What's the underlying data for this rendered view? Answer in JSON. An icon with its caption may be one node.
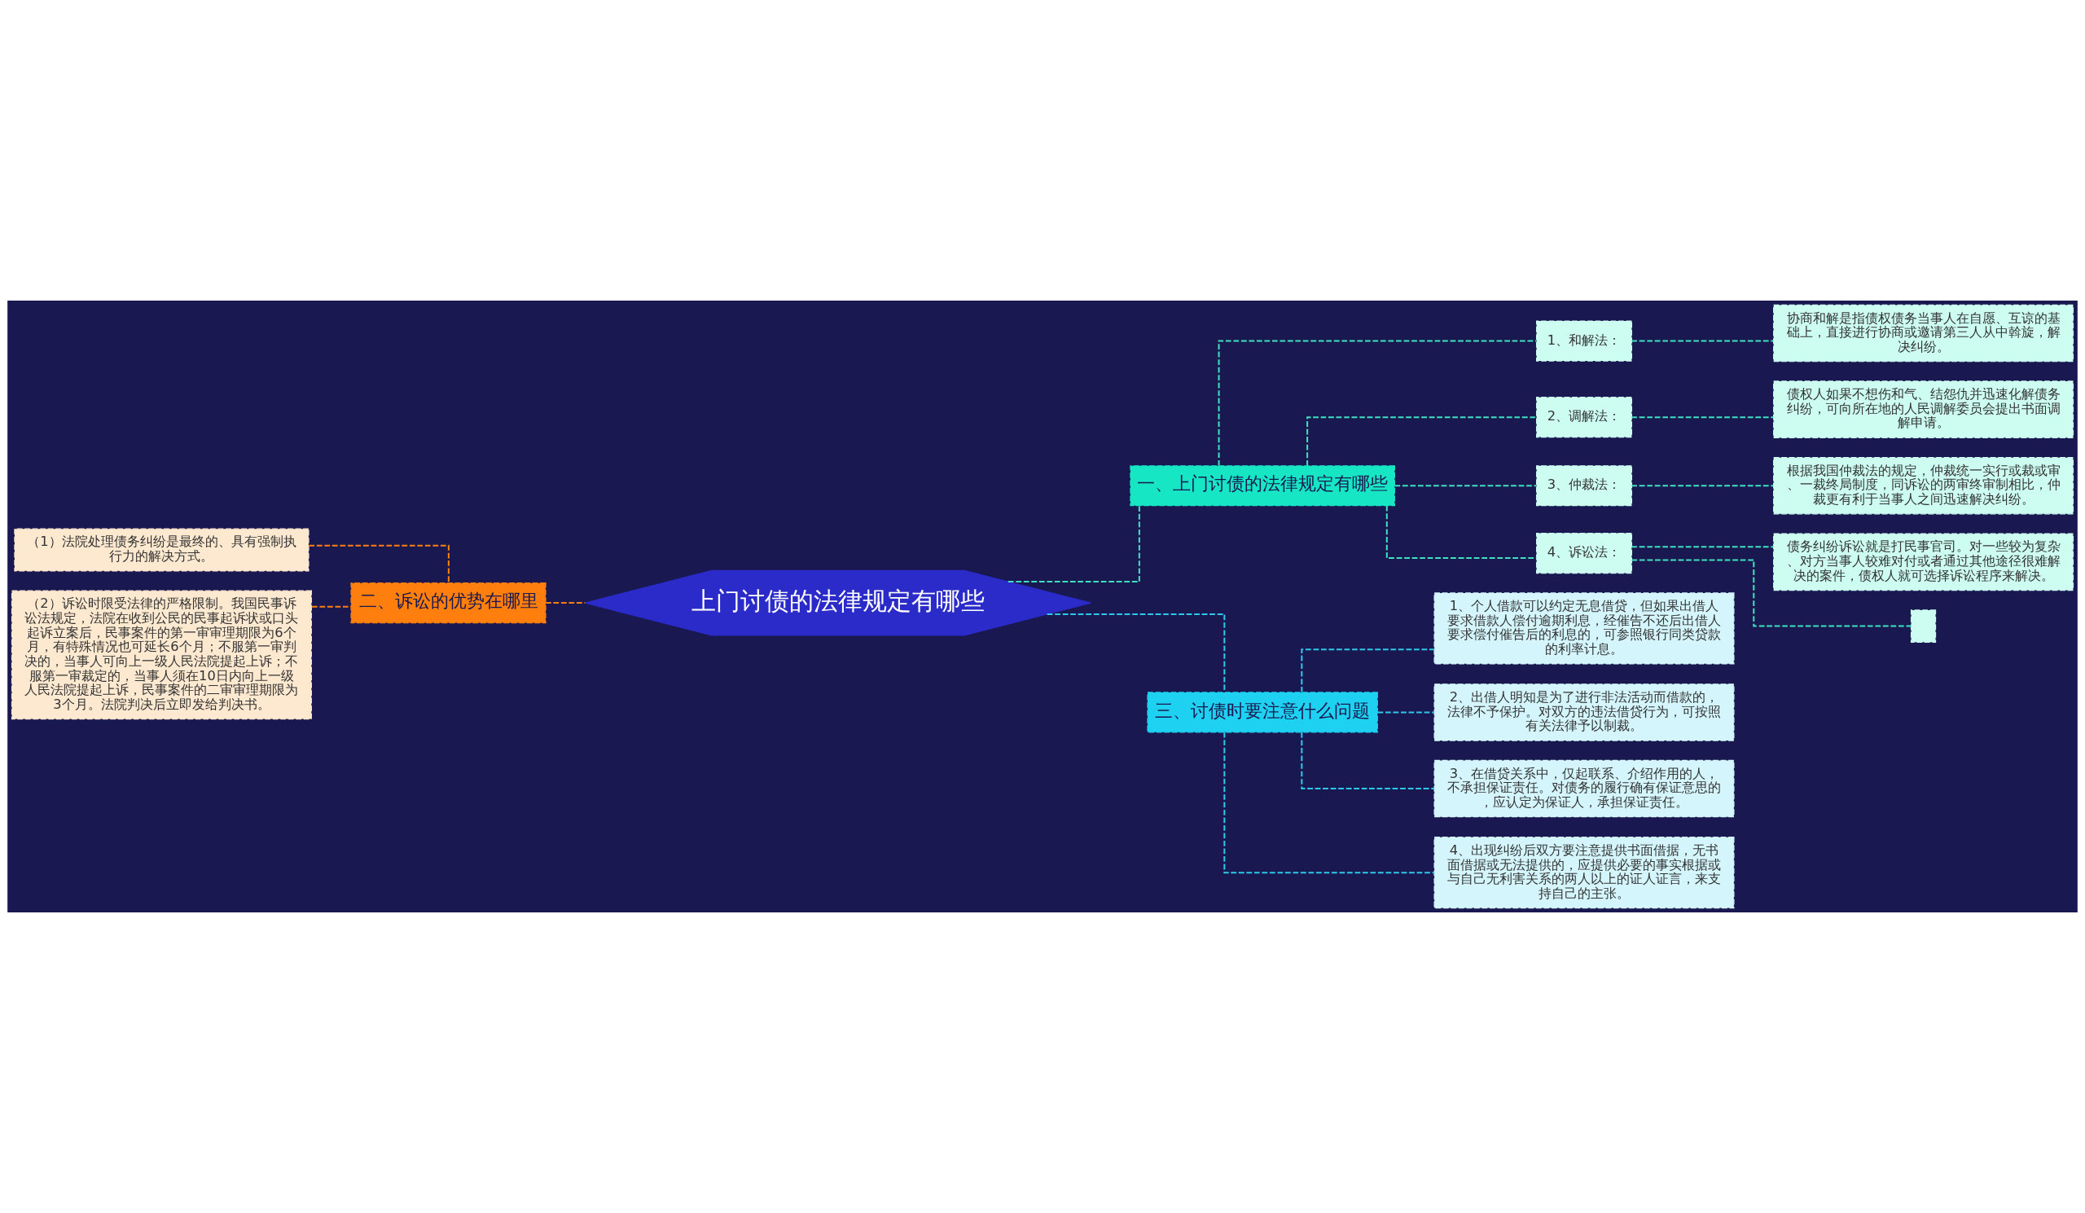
{
  "diagram": {
    "nodes": [
      {
        "text": [
          "上门讨债的法律规定有哪些"
        ]
      },
      {
        "text": [
          "一、上门讨债的法律规定有哪些"
        ]
      },
      {
        "text": [
          "1、和解法："
        ]
      },
      {
        "text": [
          "协商和解是指债权债务当事人在自愿、互谅的基础上，直接进行协商或邀请第三人从中斡旋，解决纠纷。"
        ]
      },
      {
        "text": [
          "2、调解法："
        ]
      },
      {
        "text": [
          "债权人如果不想伤和气、结怨仇并迅速化解债务纠纷，可向所在地的人民调解委员会提出书面调解申请。"
        ]
      },
      {
        "text": [
          "3、仲裁法："
        ]
      },
      {
        "text": [
          "根据我国仲裁法的规定，仲裁统一实行或裁或审、一裁终局制度，同诉讼的两审终审制相比，仲裁更有利于当事人之间迅速解决纠纷。"
        ]
      },
      {
        "text": [
          "4、诉讼法："
        ]
      },
      {
        "text": [
          "债务纠纷诉讼就是打民事官司。对一些较为复杂、对方当事人较难对付或者通过其他途径很难解决的案件，债权人就可选择诉讼程序来解决。"
        ]
      },
      {
        "text": [],
        "shape": "box"
      },
      {
        "text": [
          "三、讨债时要注意什么问题"
        ]
      },
      {
        "text": [
          "1、个人借款可以约定无息借贷，但如果出借人要求借款人偿付逾期利息，经催告不还后出借人要求偿付催告后的利息的，可参照银行同类贷款的利率计息。"
        ]
      },
      {
        "text": [
          "2、出借人明知是为了进行非法活动而借款的，法律不予保护。对双方的违法借贷行为，可按照有关法律予以制裁。"
        ]
      },
      {
        "text": [
          "3、在借贷关系中，仅起联系、介绍作用的人，不承担保证责任。对债务的履行确有保证意思的，应认定为保证人，承担保证责任。"
        ]
      },
      {
        "text": [
          "4、出现纠纷后双方要注意提供书面借据，无书面借据或无法提供的，应提供必要的事实根据或与自己无利害关系的两人以上的证人证言，来支持自己的主张。"
        ]
      },
      {
        "text": [
          "二、诉讼的优势在哪里"
        ]
      },
      {
        "text": [
          "（1）法院处理债务纠纷是最终的、具有强制执行力的解决方式。"
        ]
      },
      {
        "text": [
          "（2）诉讼时限受法律的严格限制。我国民事诉讼法规定，法院在收到公民的民事起诉状或口头起诉立案后，民事案件的第一审审理期限为6个月，有特殊情况也可延长6个月；不服第一审判决的，当事人可向上一级人民法院提起上诉；不服第一审裁定的，当事人须在10日内向上一级人民法院提起上诉，民事案件的二审审理期限为3个月。法院判决后立即发给判决书。"
        ]
      }
    ],
    "edges": [
      {
        "from": 0,
        "to": 1,
        "arrow": "none"
      },
      {
        "from": 1,
        "to": 2,
        "arrow": "none"
      },
      {
        "from": 2,
        "to": 3,
        "arrow": "none"
      },
      {
        "from": 1,
        "to": 4,
        "arrow": "none"
      },
      {
        "from": 4,
        "to": 5,
        "arrow": "none"
      },
      {
        "from": 1,
        "to": 6,
        "arrow": "none"
      },
      {
        "from": 6,
        "to": 7,
        "arrow": "none"
      },
      {
        "from": 1,
        "to": 8,
        "arrow": "none"
      },
      {
        "from": 8,
        "to": 9,
        "arrow": "none"
      },
      {
        "from": 8,
        "to": 10,
        "arrow": "none"
      },
      {
        "from": 0,
        "to": 11,
        "arrow": "none"
      },
      {
        "from": 11,
        "to": 12,
        "arrow": "none"
      },
      {
        "from": 11,
        "to": 13,
        "arrow": "none"
      },
      {
        "from": 11,
        "to": 14,
        "arrow": "none"
      },
      {
        "from": 11,
        "to": 15,
        "arrow": "none"
      },
      {
        "from": 0,
        "to": 16,
        "arrow": "none",
        "color": "#ff7f0e"
      },
      {
        "from": 16,
        "to": 17,
        "arrow": "none",
        "color": "#ff7f0e"
      },
      {
        "from": 16,
        "to": 18,
        "arrow": "none",
        "color": "#ff7f0e"
      }
    ]
  }
}
